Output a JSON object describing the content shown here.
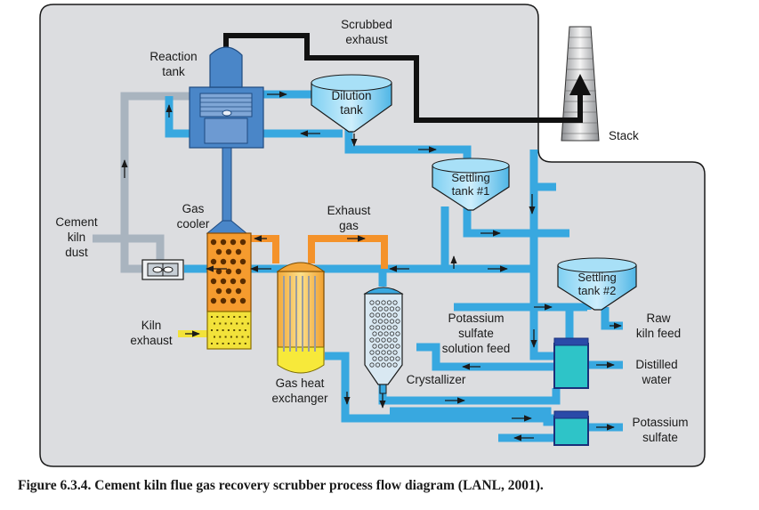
{
  "labels": {
    "scrubbed_exhaust_1": "Scrubbed",
    "scrubbed_exhaust_2": "exhaust",
    "reaction_tank_1": "Reaction",
    "reaction_tank_2": "tank",
    "dilution_tank_1": "Dilution",
    "dilution_tank_2": "tank",
    "stack": "Stack",
    "settling_tank_1_a": "Settling",
    "settling_tank_1_b": "tank #1",
    "settling_tank_2_a": "Settling",
    "settling_tank_2_b": "tank #2",
    "gas_cooler_1": "Gas",
    "gas_cooler_2": "cooler",
    "exhaust_gas_1": "Exhaust",
    "exhaust_gas_2": "gas",
    "cement_kiln_dust_1": "Cement",
    "cement_kiln_dust_2": "kiln",
    "cement_kiln_dust_3": "dust",
    "kiln_exhaust_1": "Kiln",
    "kiln_exhaust_2": "exhaust",
    "potassium_sulfate_feed_1": "Potassium",
    "potassium_sulfate_feed_2": "sulfate",
    "potassium_sulfate_feed_3": "solution feed",
    "raw_kiln_feed_1": "Raw",
    "raw_kiln_feed_2": "kiln feed",
    "distilled_water_1": "Distilled",
    "distilled_water_2": "water",
    "gas_heat_exchanger_1": "Gas heat",
    "gas_heat_exchanger_2": "exchanger",
    "crystallizer": "Crystallizer",
    "potassium_sulfate_1": "Potassium",
    "potassium_sulfate_2": "sulfate"
  },
  "caption": "Figure 6.3.4. Cement kiln flue gas recovery scrubber process flow diagram (LANL, 2001).",
  "colors": {
    "background_panel": "#dcdde0",
    "water_pipe": "#38a8e0",
    "exhaust_pipe": "#f4922a",
    "scrubbed_exhaust_line": "#111111",
    "dust_pipe": "#a9b4bf",
    "kiln_exhaust_pipe": "#f2e23a",
    "tank_fill": "#4db8e8",
    "reaction_tank": "#4a86c8",
    "gas_cooler": "#f59b2e",
    "heat_exchanger": "#f7e93a"
  }
}
